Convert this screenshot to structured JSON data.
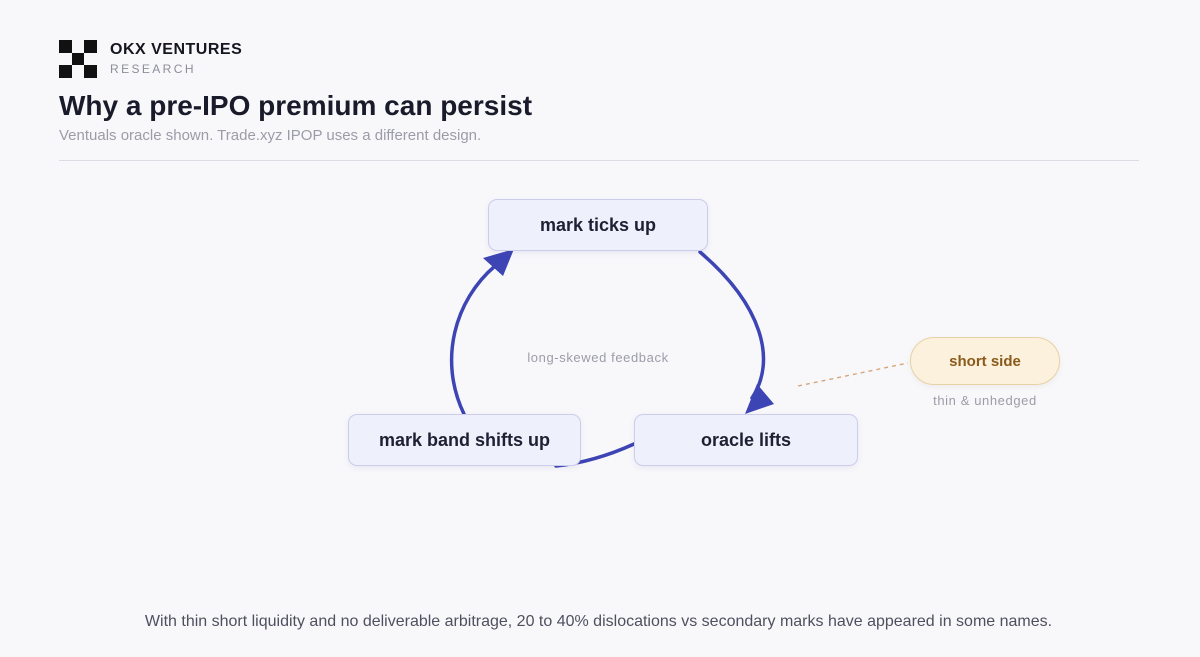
{
  "brand": {
    "name": "OKX VENTURES",
    "sub": "RESEARCH"
  },
  "header": {
    "title": "Why a pre-IPO premium can persist",
    "subtitle": "Ventuals oracle shown. Trade.xyz IPOP uses a different design."
  },
  "diagram": {
    "nodes": {
      "top": "mark ticks up",
      "right": "oracle lifts",
      "left": "mark band shifts up"
    },
    "center_label": "long-skewed feedback",
    "side": {
      "label": "short side",
      "caption": "thin & unhedged"
    }
  },
  "colors": {
    "arrow": "#3d44b4",
    "connector": "#d6a679",
    "node_fill": "#eef0fc",
    "node_border": "#ccccec",
    "pill_fill": "#fbf1dd",
    "pill_border": "#e7d2a8",
    "pill_text": "#8a5a1a"
  },
  "icons": {
    "logo": "okx-checker-logo"
  },
  "footer": "With thin short liquidity and no deliverable arbitrage, 20 to 40% dislocations vs secondary marks have appeared in some names."
}
